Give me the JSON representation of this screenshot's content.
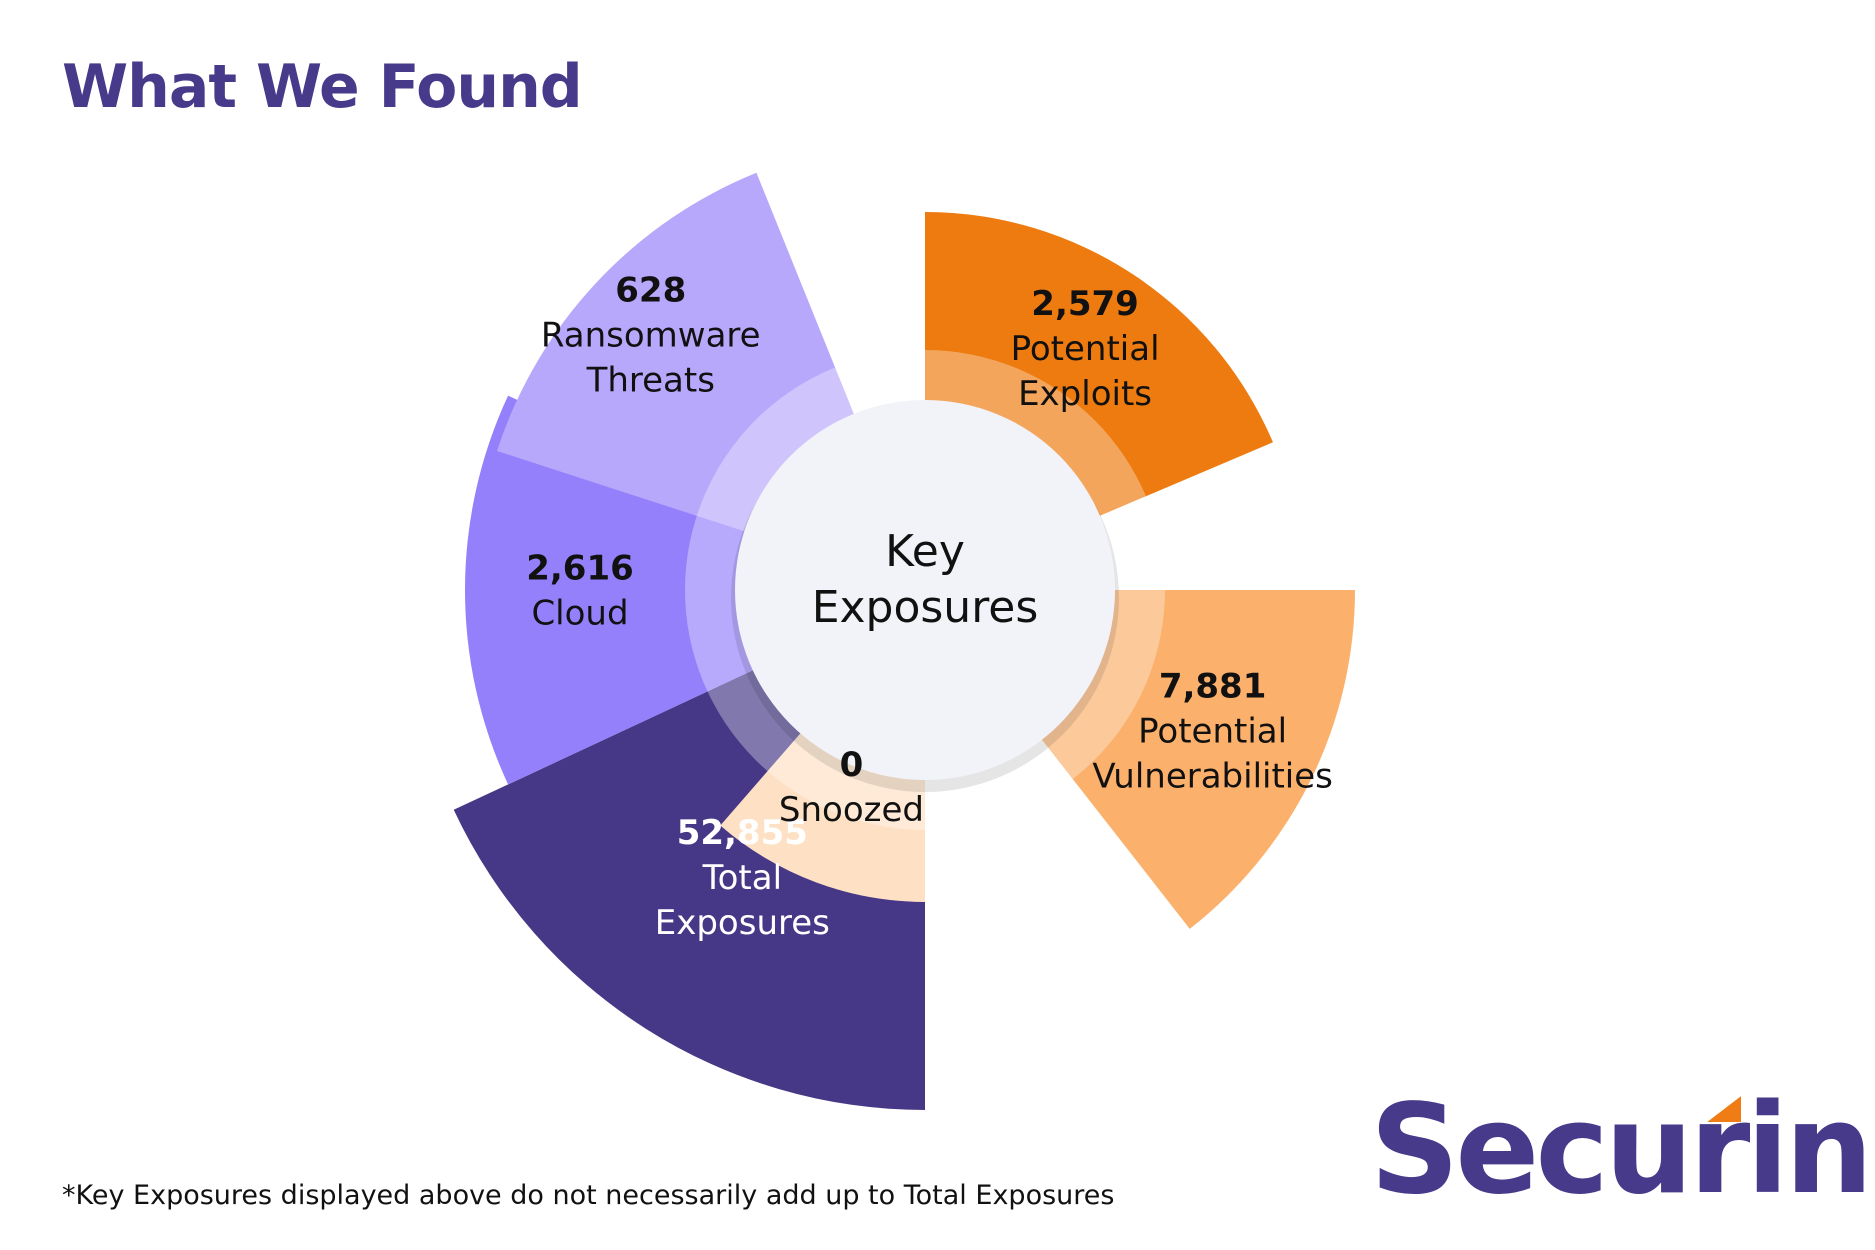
{
  "page": {
    "title": "What We Found",
    "footnote": "*Key Exposures displayed above do not necessarily add up to Total Exposures",
    "brand": "Securin",
    "brand_accent_color": "#ef7c14"
  },
  "chart_data": {
    "type": "polar-area",
    "center_label": [
      "Key",
      "Exposures"
    ],
    "segments": [
      {
        "value": "52,855",
        "label": [
          "Total",
          "Exposures"
        ],
        "color": "#463886",
        "text_color": "#ffffff"
      },
      {
        "value": "2,616",
        "label": [
          "Cloud"
        ],
        "color": "#9580fb",
        "text_color": "#111111"
      },
      {
        "value": "628",
        "label": [
          "Ransomware",
          "Threats"
        ],
        "color": "#b8a8fb",
        "text_color": "#111111"
      },
      {
        "value": "2,579",
        "label": [
          "Potential",
          "Exploits"
        ],
        "color": "#ee7b10",
        "text_color": "#111111"
      },
      {
        "value": "7,881",
        "label": [
          "Potential",
          "Vulnerabilities"
        ],
        "color": "#fbb06c",
        "text_color": "#111111"
      },
      {
        "value": "0",
        "label": [
          "Snoozed"
        ],
        "color": "#fee0c4",
        "text_color": "#111111"
      }
    ]
  }
}
